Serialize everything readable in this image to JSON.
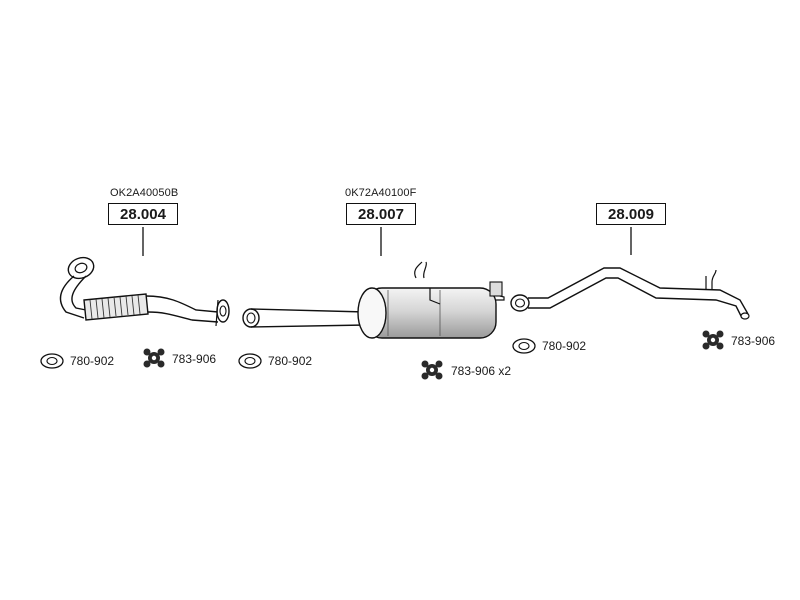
{
  "parts": [
    {
      "oe_number": "OK2A40050B",
      "part_number": "28.004"
    },
    {
      "oe_number": "0K72A40100F",
      "part_number": "28.007"
    },
    {
      "oe_number": "",
      "part_number": "28.009"
    }
  ],
  "accessories": [
    {
      "icon": "gasket-icon",
      "code": "780-902"
    },
    {
      "icon": "rubber-mount-icon",
      "code": "783-906"
    },
    {
      "icon": "gasket-icon",
      "code": "780-902"
    },
    {
      "icon": "rubber-mount-icon",
      "code": "783-906 x2"
    },
    {
      "icon": "gasket-icon",
      "code": "780-902"
    },
    {
      "icon": "rubber-mount-icon",
      "code": "783-906"
    }
  ]
}
